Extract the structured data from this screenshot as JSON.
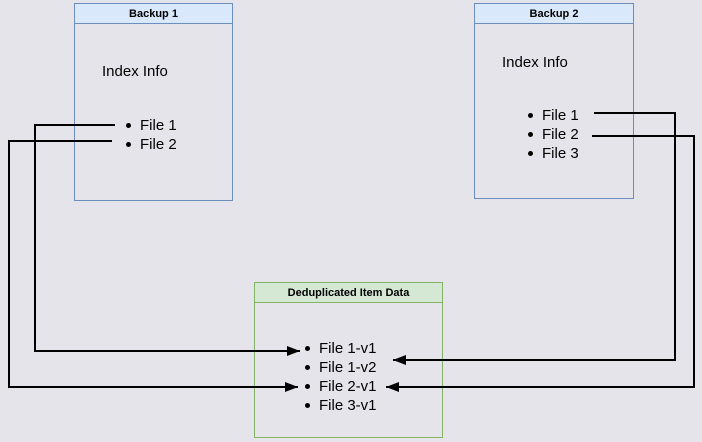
{
  "diagram": {
    "background_color": "#e5e4ea",
    "line_color": "#000000",
    "boxes": {
      "backup1": {
        "title": "Backup 1",
        "subtitle": "Index Info",
        "files": [
          "File 1",
          "File 2"
        ],
        "header_fill": "#dae8fc",
        "border_color": "#6c8ebf"
      },
      "backup2": {
        "title": "Backup 2",
        "subtitle": "Index Info",
        "files": [
          "File 1",
          "File 2",
          "File 3"
        ],
        "header_fill": "#dae8fc",
        "border_color": "#6c8ebf"
      },
      "dedup": {
        "title": "Deduplicated Item Data",
        "files": [
          "File 1-v1",
          "File 1-v2",
          "File 2-v1",
          "File 3-v1"
        ],
        "header_fill": "#d5e8d4",
        "border_color": "#82b366"
      }
    },
    "connections": [
      {
        "from": "Backup 1 / File 1",
        "to": "Deduplicated Item Data / File 1-v1"
      },
      {
        "from": "Backup 1 / File 2",
        "to": "Deduplicated Item Data / File 2-v1"
      },
      {
        "from": "Backup 2 / File 1",
        "to": "Deduplicated Item Data / File 1-v2"
      },
      {
        "from": "Backup 2 / File 2",
        "to": "Deduplicated Item Data / File 2-v1"
      }
    ]
  }
}
